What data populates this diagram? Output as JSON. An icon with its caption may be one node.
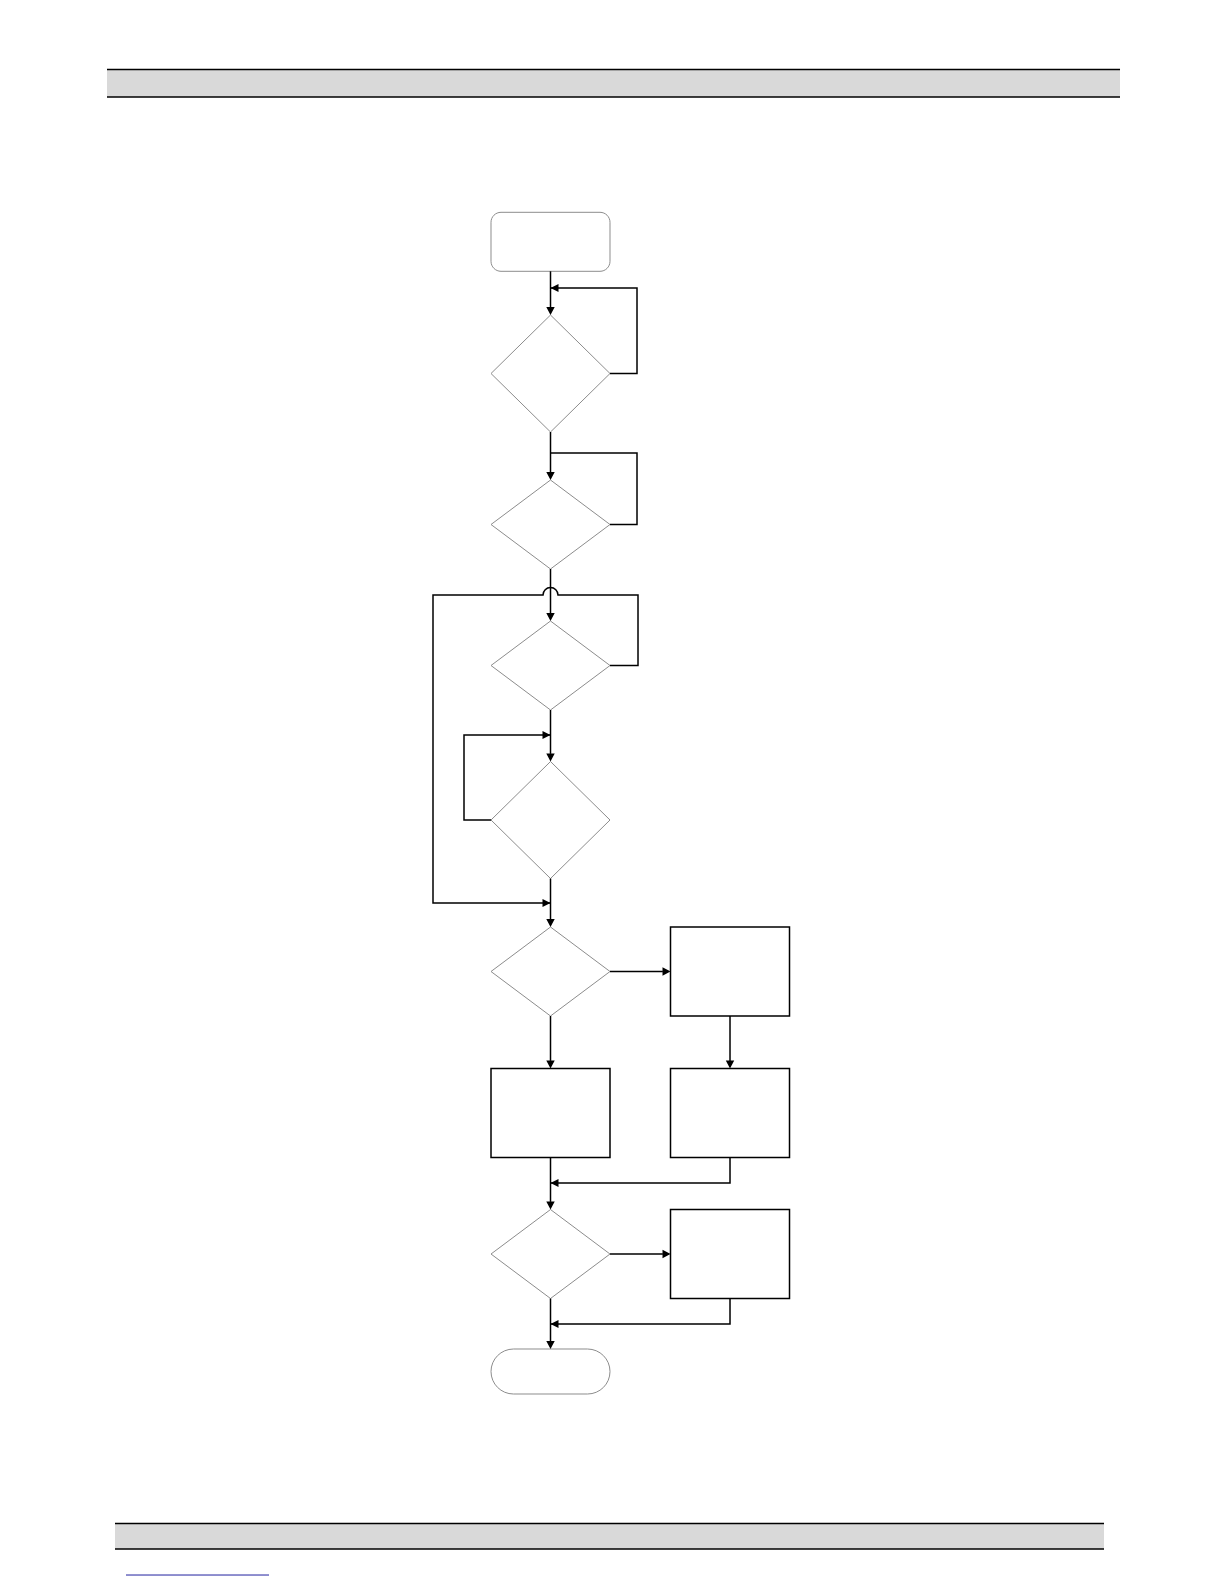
{
  "diagram": {
    "nodes": [
      {
        "text": [],
        "shape": "rounded-box"
      },
      {
        "text": [],
        "shape": "diamond"
      },
      {
        "text": [],
        "shape": "diamond"
      },
      {
        "text": [],
        "shape": "diamond"
      },
      {
        "text": [],
        "shape": "diamond"
      },
      {
        "text": [],
        "shape": "diamond"
      },
      {
        "text": [],
        "shape": "box"
      },
      {
        "text": [],
        "shape": "box"
      },
      {
        "text": [],
        "shape": "box"
      },
      {
        "text": [],
        "shape": "diamond"
      },
      {
        "text": [],
        "shape": "box"
      },
      {
        "text": [],
        "shape": "oval"
      }
    ],
    "edges": [
      {
        "from": 0,
        "to": 1,
        "arrow": "to"
      },
      {
        "from": 1,
        "to": 1,
        "arrow": "to"
      },
      {
        "from": 1,
        "to": 2,
        "arrow": "to"
      },
      {
        "from": 2,
        "to": 2,
        "arrow": "to"
      },
      {
        "from": 2,
        "to": 3,
        "arrow": "to"
      },
      {
        "from": 3,
        "to": 5,
        "arrow": "to"
      },
      {
        "from": 3,
        "to": 4,
        "arrow": "to"
      },
      {
        "from": 4,
        "to": 4,
        "arrow": "to"
      },
      {
        "from": 4,
        "to": 5,
        "arrow": "to"
      },
      {
        "from": 5,
        "to": 6,
        "arrow": "to"
      },
      {
        "from": 5,
        "to": 7,
        "arrow": "to"
      },
      {
        "from": 6,
        "to": 8,
        "arrow": "to"
      },
      {
        "from": 7,
        "to": 9,
        "arrow": "to"
      },
      {
        "from": 8,
        "to": 9,
        "arrow": "to"
      },
      {
        "from": 9,
        "to": 10,
        "arrow": "to"
      },
      {
        "from": 10,
        "to": 11,
        "arrow": "to"
      },
      {
        "from": 9,
        "to": 11,
        "arrow": "to"
      }
    ]
  }
}
